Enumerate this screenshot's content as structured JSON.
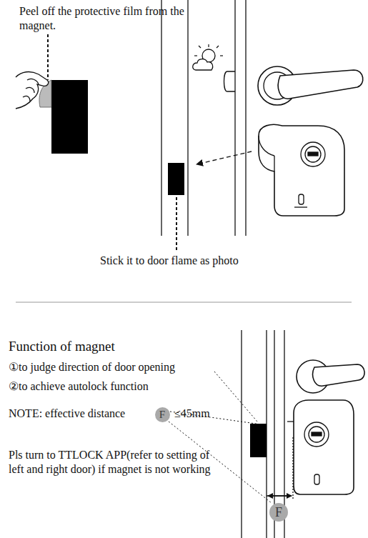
{
  "diagram": {
    "nodes": [
      {
        "text": [
          "F"
        ]
      },
      {
        "text": [
          "F"
        ]
      }
    ],
    "labels": [
      "Peel off the protective film from the magnet.",
      "Stick it to door flame as photo",
      "Function of magnet",
      "①to judge direction of door opening",
      "②to achieve autolock function",
      "NOTE: effective distance",
      "≤45mm",
      "Pls turn to TTLOCK APP(refer to setting of left and right door) if magnet is not working"
    ]
  }
}
